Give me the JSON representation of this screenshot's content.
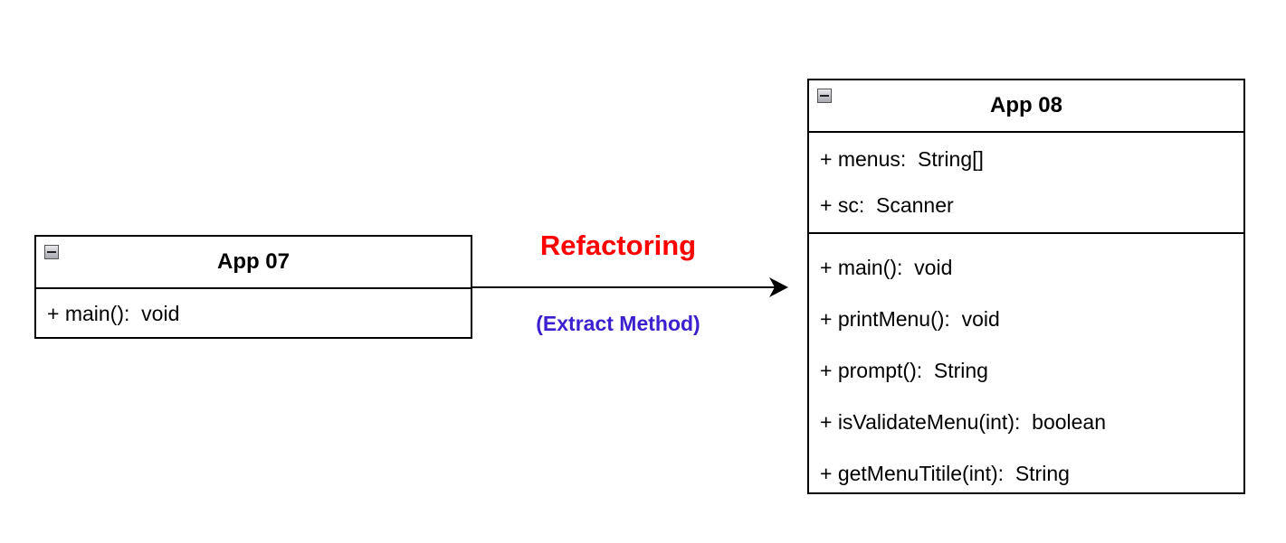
{
  "diagram": {
    "source_class": {
      "title": "App 07",
      "methods": [
        "+ main():  void"
      ]
    },
    "target_class": {
      "title": "App 08",
      "attributes": [
        "+ menus:  String[]",
        "+ sc:  Scanner"
      ],
      "methods": [
        "+ main():  void",
        "+ printMenu():  void",
        "+ prompt():  String",
        "+ isValidateMenu(int):  boolean",
        "+ getMenuTitile(int):  String"
      ]
    },
    "arrow": {
      "label": "Refactoring",
      "sublabel": "(Extract Method)"
    },
    "colors": {
      "label": "#ff0000",
      "sublabel": "#3c1fd0",
      "stroke": "#000000"
    },
    "icons": {
      "collapse": "collapse-minus-icon",
      "arrowhead": "arrowhead-icon"
    }
  }
}
